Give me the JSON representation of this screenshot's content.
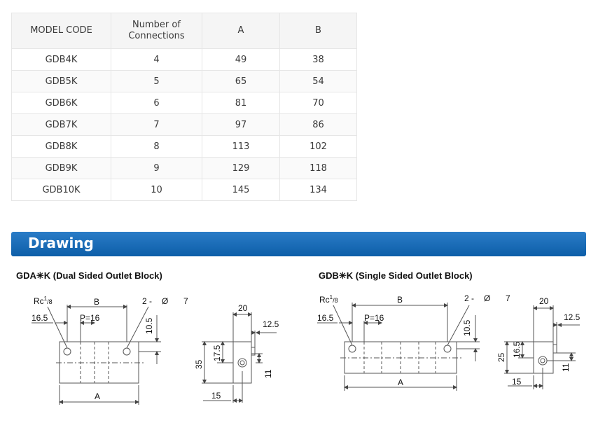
{
  "table": {
    "headers": [
      "MODEL CODE",
      "Number of\nConnections",
      "A",
      "B"
    ],
    "rows": [
      [
        "GDB4K",
        "4",
        "49",
        "38"
      ],
      [
        "GDB5K",
        "5",
        "65",
        "54"
      ],
      [
        "GDB6K",
        "6",
        "81",
        "70"
      ],
      [
        "GDB7K",
        "7",
        "97",
        "86"
      ],
      [
        "GDB8K",
        "8",
        "113",
        "102"
      ],
      [
        "GDB9K",
        "9",
        "129",
        "118"
      ],
      [
        "GDB10K",
        "10",
        "145",
        "134"
      ]
    ]
  },
  "section": {
    "title": "Drawing"
  },
  "drawings": {
    "dual": {
      "title": "GDA✳K  (Dual Sided Outlet Block)",
      "labels": {
        "rc": "Rc",
        "rc_sup": "1",
        "rc_sub": "/8",
        "b": "B",
        "two": "2 -",
        "dia": "Ø",
        "seven": "7",
        "d165": "16.5",
        "p16": "P=16",
        "d105": "10.5",
        "a": "A",
        "d20": "20",
        "d125": "12.5",
        "d35": "35",
        "d175": "17.5",
        "d11": "11",
        "d15": "15"
      }
    },
    "single": {
      "title": "GDB✳K  (Single Sided Outlet Block)",
      "labels": {
        "rc": "Rc",
        "rc_sup": "1",
        "rc_sub": "/8",
        "b": "B",
        "two": "2 -",
        "dia": "Ø",
        "seven": "7",
        "d165": "16.5",
        "p16": "P=16",
        "d105": "10.5",
        "a": "A",
        "d20": "20",
        "d125": "12.5",
        "d25": "25",
        "d165b": "16.5",
        "d11": "11",
        "d15": "15"
      }
    }
  },
  "colors": {
    "banner": "#0d5ea8",
    "line": "#555555"
  }
}
